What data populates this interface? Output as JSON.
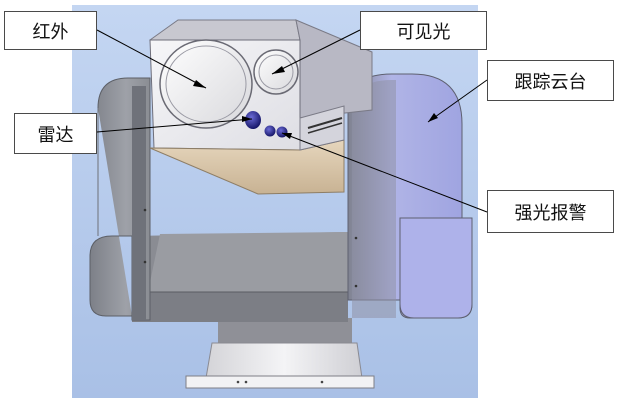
{
  "labels": {
    "infrared": "红外",
    "visible_light": "可见光",
    "tracking_gimbal": "跟踪云台",
    "radar": "雷达",
    "strobe_alarm": "强光报警"
  },
  "colors": {
    "background_panel": "#bcd0ee",
    "yoke_blue": "#a9aee8",
    "yoke_gray": "#8d9096",
    "camera_body": "#eeeef2",
    "camera_bottom": "#d9c7ae",
    "base": "#e8e8ea",
    "leader_line": "#000000"
  }
}
